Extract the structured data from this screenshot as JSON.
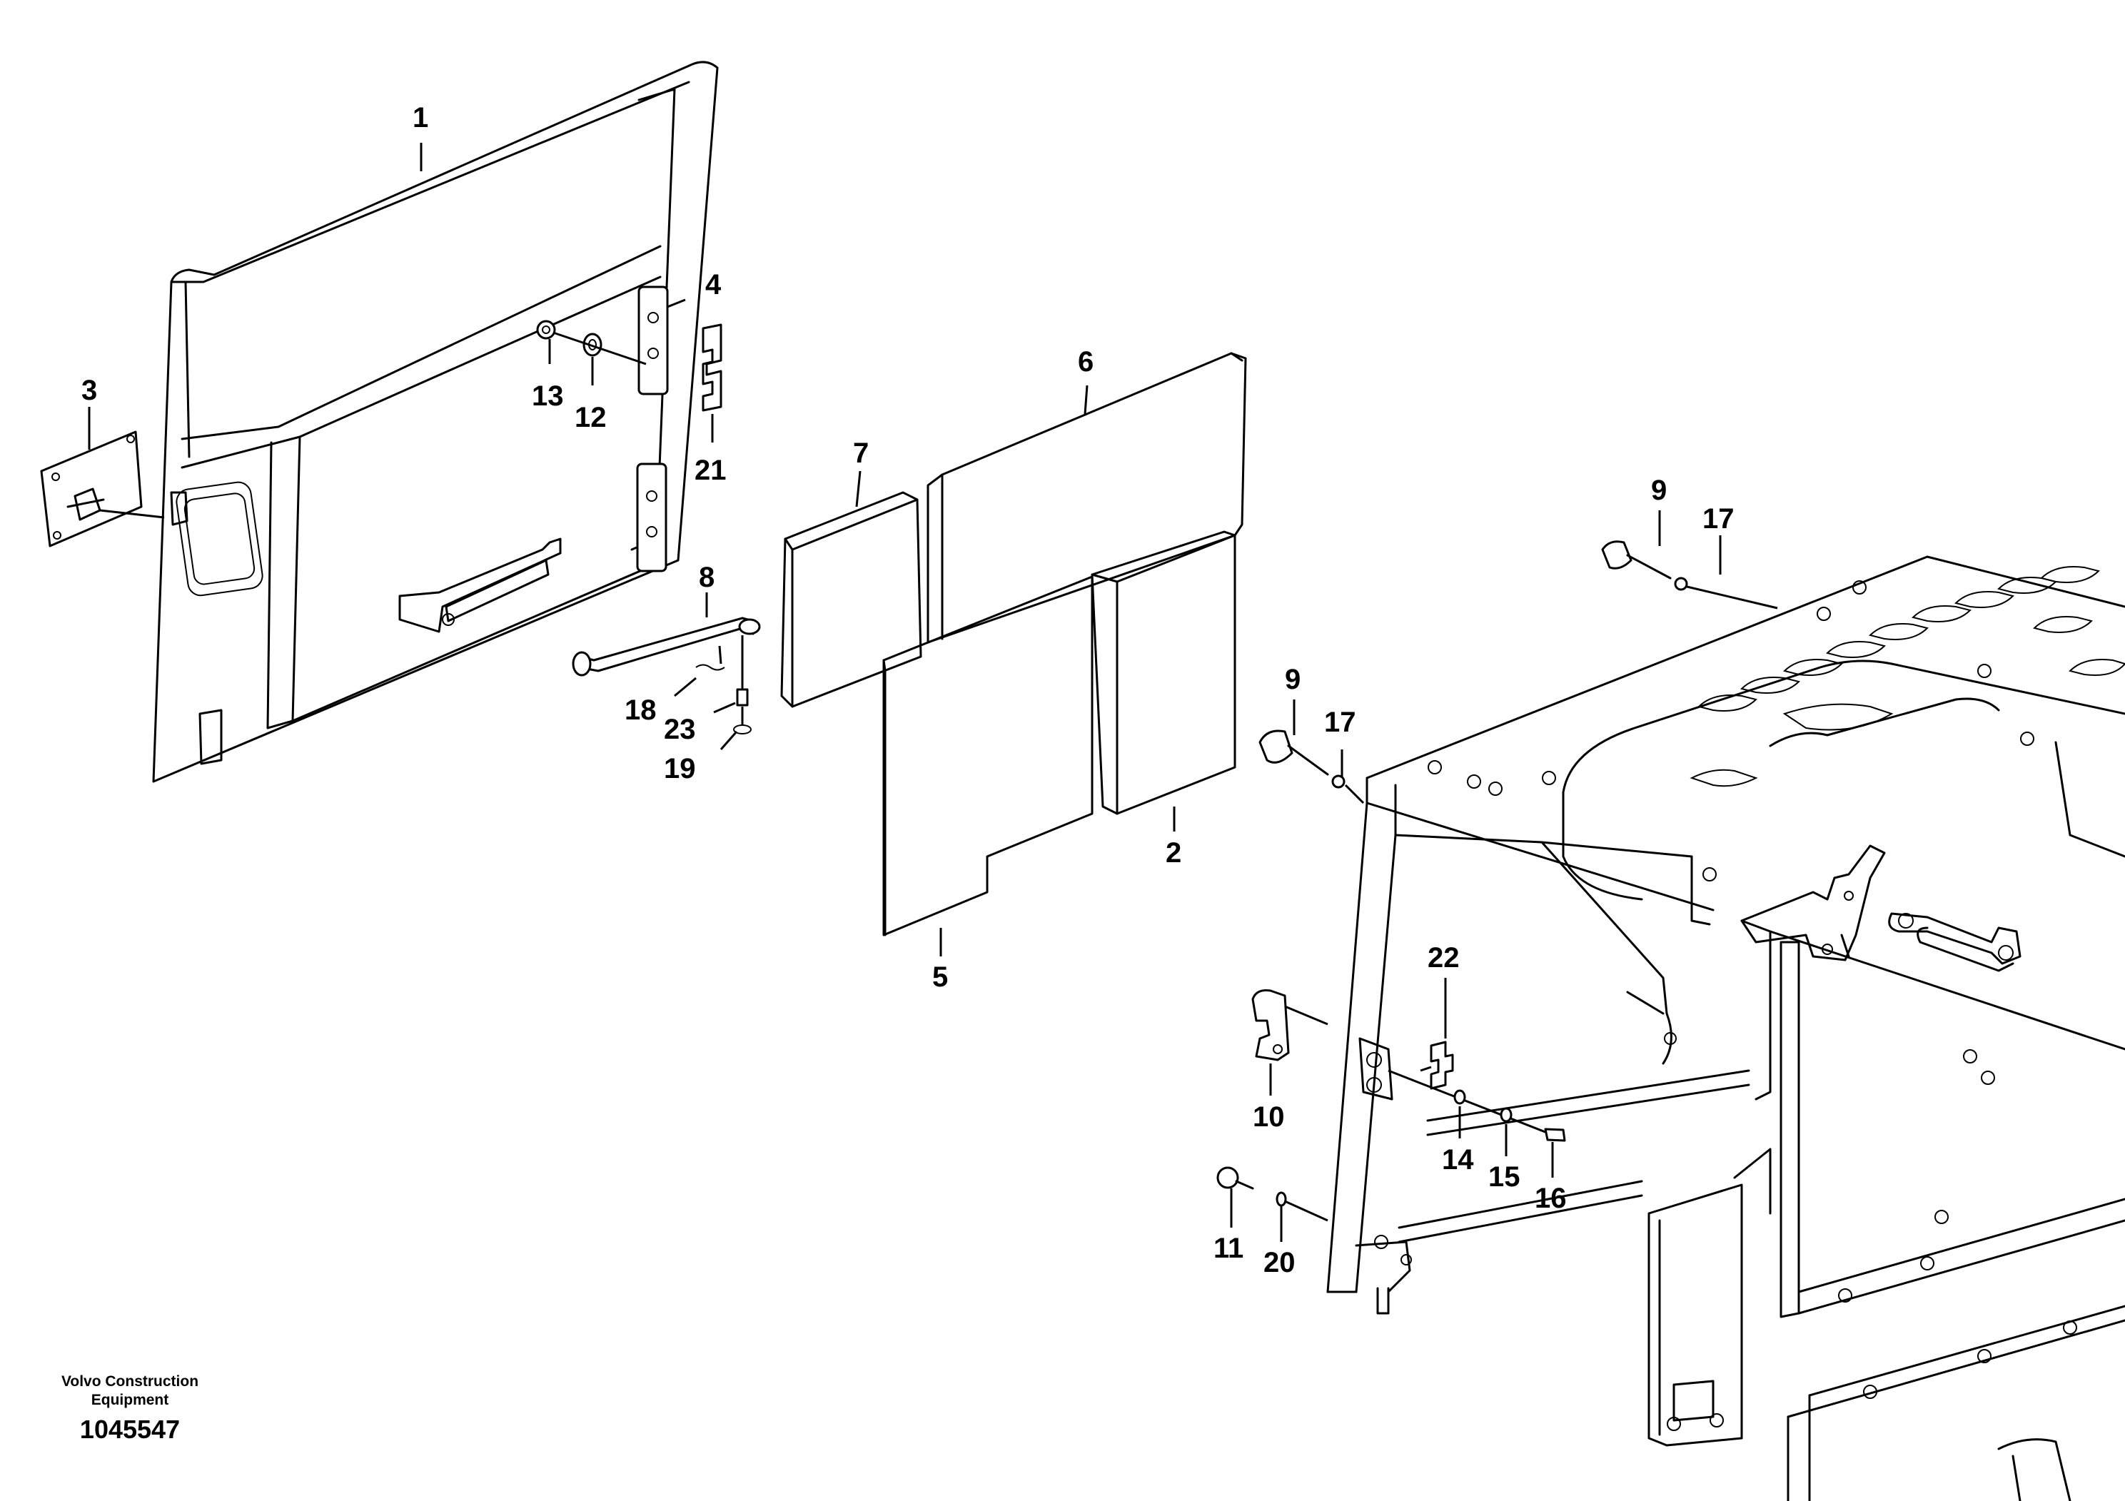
{
  "footer": {
    "company_line1": "Volvo Construction",
    "company_line2": "Equipment",
    "drawing_number": "1045547"
  },
  "callouts": {
    "c1": "1",
    "c2": "2",
    "c3": "3",
    "c4": "4",
    "c5": "5",
    "c6": "6",
    "c7": "7",
    "c8": "8",
    "c9a": "9",
    "c9b": "9",
    "c10": "10",
    "c11": "11",
    "c12": "12",
    "c13": "13",
    "c14": "14",
    "c15": "15",
    "c16": "16",
    "c17a": "17",
    "c17b": "17",
    "c18": "18",
    "c19": "19",
    "c20": "20",
    "c21": "21",
    "c22": "22",
    "c23": "23"
  }
}
